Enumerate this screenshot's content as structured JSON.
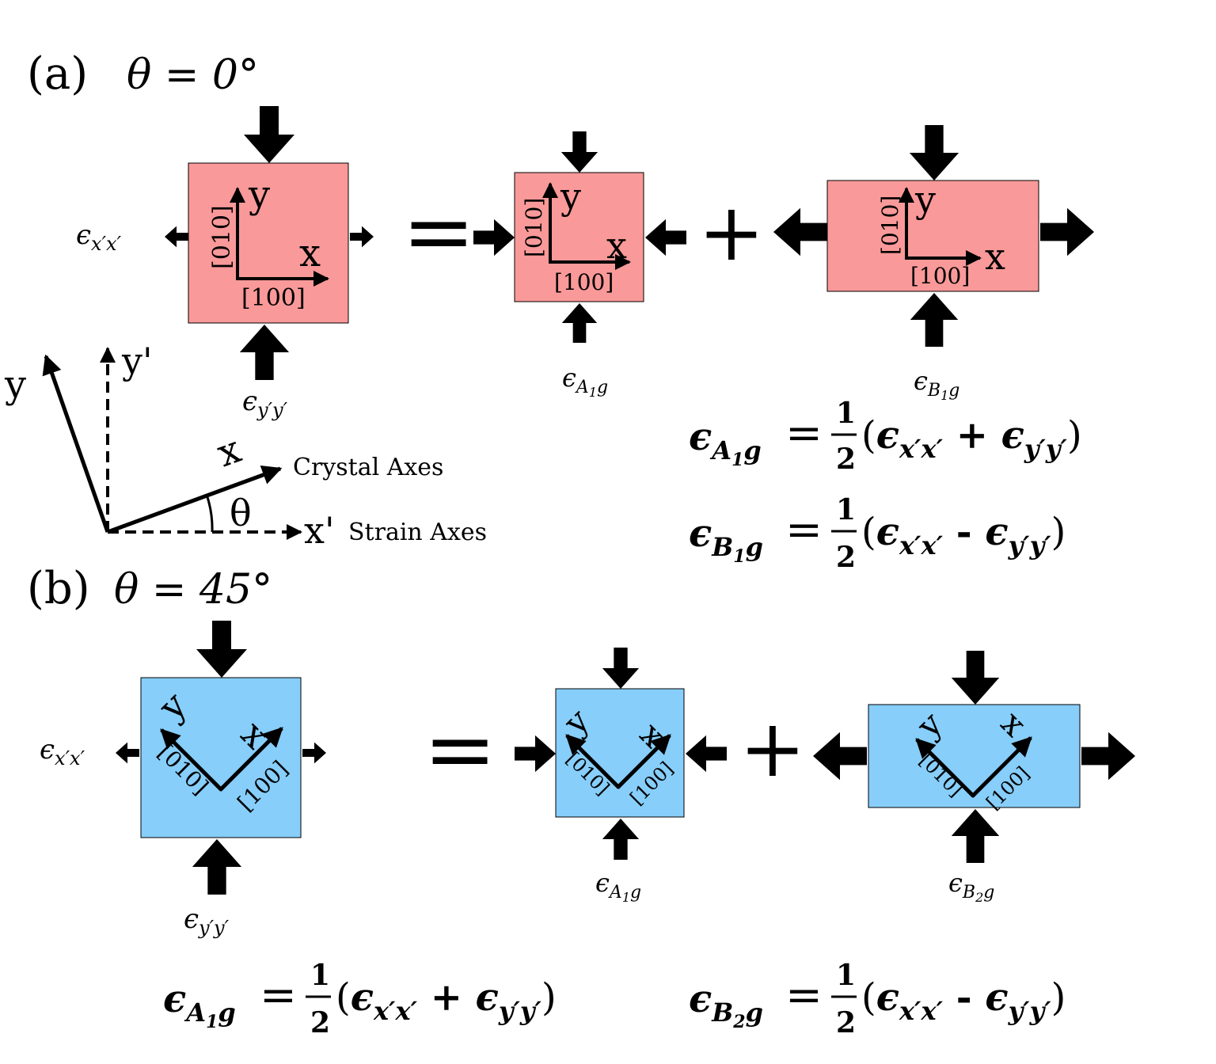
{
  "colors": {
    "panel_a_fill": "#fa9999",
    "panel_b_fill": "#87cefa",
    "ink": "#000000"
  },
  "panel_a": {
    "label": "(a)",
    "theta_label": "θ = 0°",
    "eps_xx": "ϵx′x′",
    "eps_yy": "ϵy′y′",
    "equals": "=",
    "plus": "+",
    "eps_comp1": "ϵA1g",
    "eps_comp2": "ϵB1g",
    "axis_x": "x",
    "axis_y": "y",
    "dir_x": "[100]",
    "dir_y": "[010]",
    "inset": {
      "y_crystal": "y",
      "x_crystal": "x",
      "y_strain": "y'",
      "x_strain": "x'",
      "theta": "θ",
      "crystal_axes": "Crystal Axes",
      "strain_axes": "Strain Axes"
    },
    "eq1": {
      "lhs": "ϵA1g",
      "equals": "=",
      "num": "1",
      "den": "2",
      "expr": "(ϵx′x′ + ϵy′y′)"
    },
    "eq2": {
      "lhs": "ϵB1g",
      "equals": "=",
      "num": "1",
      "den": "2",
      "expr": "(ϵx′x′ - ϵy′y′)"
    }
  },
  "panel_b": {
    "label": "(b)",
    "theta_label": "θ = 45°",
    "eps_xx": "ϵx′x′",
    "eps_yy": "ϵy′y′",
    "equals": "=",
    "plus": "+",
    "eps_comp1": "ϵA1g",
    "eps_comp2": "ϵB2g",
    "axis_x": "x",
    "axis_y": "y",
    "dir_x": "[100]",
    "dir_y": "[010]",
    "eq1": {
      "lhs": "ϵA1g",
      "equals": "=",
      "num": "1",
      "den": "2",
      "expr": "(ϵx′x′ + ϵy′y′)"
    },
    "eq2": {
      "lhs": "ϵB2g",
      "equals": "=",
      "num": "1",
      "den": "2",
      "expr": "(ϵx′x′ - ϵy′y′)"
    }
  }
}
